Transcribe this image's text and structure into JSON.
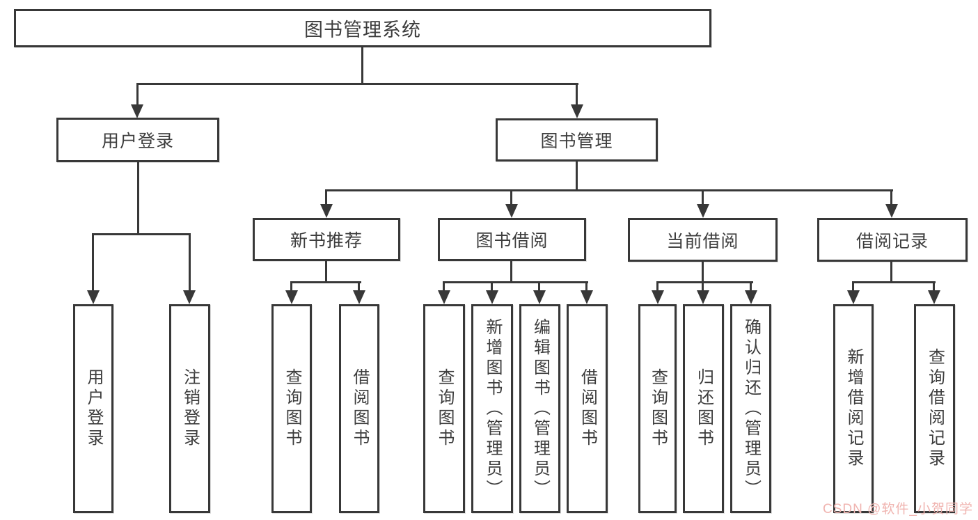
{
  "diagram": {
    "root": {
      "label": "图书管理系统"
    },
    "level2": {
      "user_login": {
        "label": "用户登录"
      },
      "book_mgmt": {
        "label": "图书管理"
      }
    },
    "level3": {
      "new_books": {
        "label": "新书推荐"
      },
      "book_borrow": {
        "label": "图书借阅"
      },
      "current_borrow": {
        "label": "当前借阅"
      },
      "borrow_records": {
        "label": "借阅记录"
      }
    },
    "leaves": {
      "user_login": [
        "用户登录",
        "注销登录"
      ],
      "new_books": [
        "查询图书",
        "借阅图书"
      ],
      "book_borrow": [
        "查询图书",
        "新增图书（管理员）",
        "编辑图书（管理员）",
        "借阅图书"
      ],
      "current_borrow": [
        "查询图书",
        "归还图书",
        "确认归还（管理员）"
      ],
      "borrow_records": [
        "新增借阅记录",
        "查询借阅记录"
      ]
    }
  },
  "watermark": {
    "text": "CSDN @软件_小贺同学"
  },
  "colors": {
    "line": "#383838",
    "text": "#3d3d3d",
    "background": "#ffffff",
    "watermark": "#f0b4b0"
  }
}
